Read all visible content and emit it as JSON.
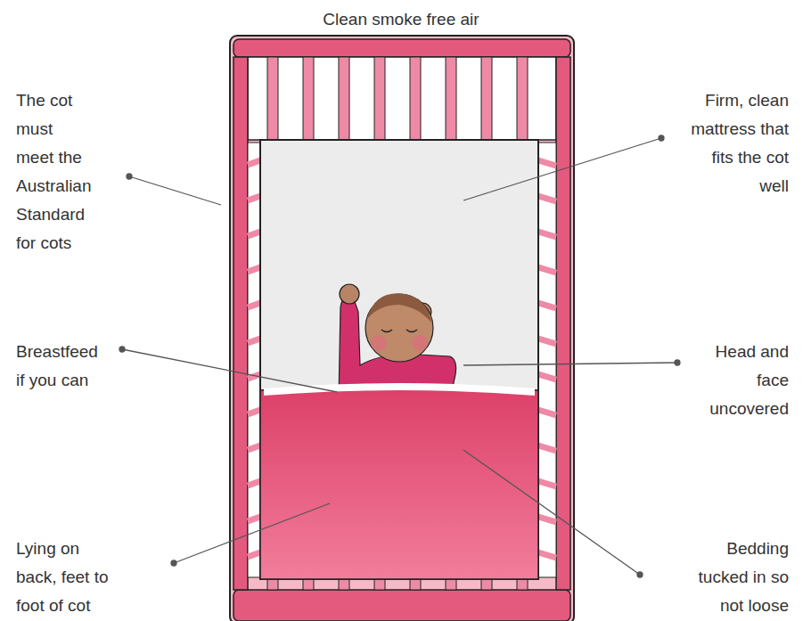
{
  "diagram": {
    "title": "Clean smoke free air",
    "labels": [
      "The cot must meet the Australian Standard for cots",
      "Firm, clean mattress that fits the cot well",
      "Breastfeed if you can",
      "Head and face uncovered",
      "Lying on back, feet to foot of cot",
      "Bedding tucked in so not loose"
    ]
  }
}
